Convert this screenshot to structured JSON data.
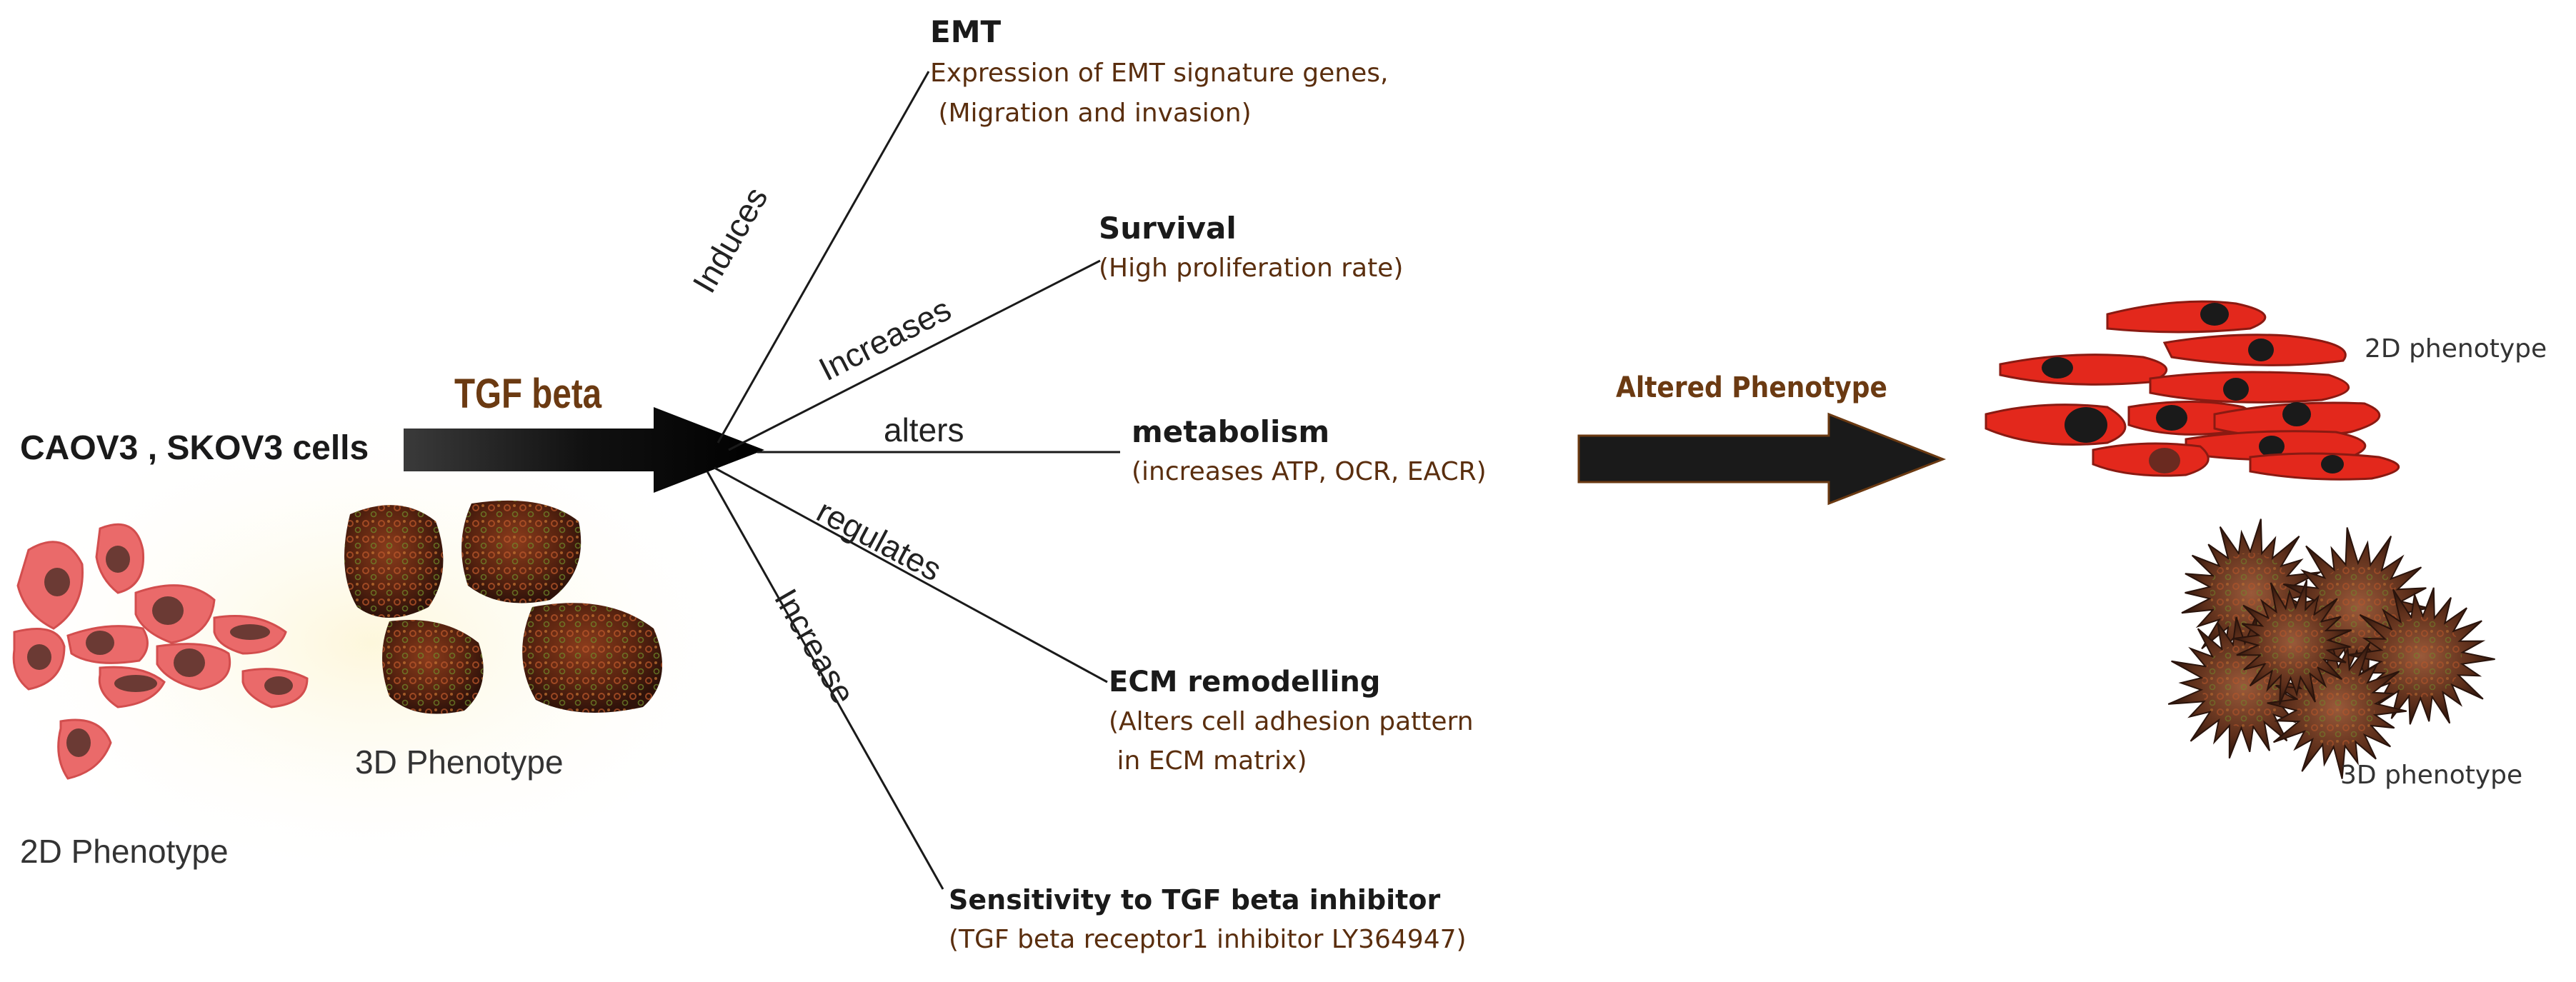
{
  "left": {
    "cells_label": "CAOV3 , SKOV3 cells",
    "treatment_label": "TGF beta",
    "phenotype_3d": "3D Phenotype",
    "phenotype_2d": "2D Phenotype"
  },
  "branches": [
    {
      "verb": "Induces",
      "title": "EMT",
      "detail_lines": [
        "Expression of EMT signature genes,",
        " (Migration and invasion)"
      ]
    },
    {
      "verb": "Increases",
      "title": "Survival",
      "detail_lines": [
        "(High proliferation rate)"
      ]
    },
    {
      "verb": "alters",
      "title": "metabolism",
      "detail_lines": [
        "(increases ATP, OCR, EACR)"
      ]
    },
    {
      "verb": "regulates",
      "title": "ECM remodelling",
      "detail_lines": [
        "(Alters cell adhesion pattern",
        " in ECM matrix)"
      ]
    },
    {
      "verb": "Increase",
      "title": "Sensitivity to TGF beta inhibitor",
      "detail_lines": [
        "(TGF beta receptor1 inhibitor LY364947)"
      ]
    }
  ],
  "right": {
    "arrow_label": "Altered Phenotype",
    "phenotype_2d": "2D phenotype",
    "phenotype_3d": "3D phenotype"
  },
  "colors": {
    "title_text": "#1a1a1a",
    "detail_text": "#5a2e0e",
    "tgf_label": "#6b3a12",
    "arrow_fill": "#1e1e1e",
    "cell_pink": "#ea6a6a",
    "cell_red": "#e3281c",
    "spheroid_brown": "#5a2a14"
  },
  "icons": [
    "branch-fan-lines",
    "big-arrow-icon",
    "2d-cell-icon",
    "3d-spheroid-icon",
    "stellate-spheroid-icon"
  ]
}
